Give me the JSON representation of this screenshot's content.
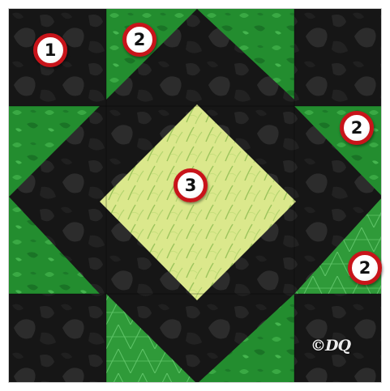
{
  "image": {
    "subject": "quilt-block-diagram",
    "colors": {
      "black_fabric": "#151515",
      "dark_green_fabric": "#1f8a2c",
      "bright_green_fabric": "#35b43f",
      "center_fabric": "#dbe98a",
      "badge_border": "#c8141a"
    }
  },
  "badges": [
    {
      "label": "1"
    },
    {
      "label": "2"
    },
    {
      "label": "2"
    },
    {
      "label": "2"
    },
    {
      "label": "3"
    }
  ],
  "signature": {
    "text": "©DQ"
  }
}
